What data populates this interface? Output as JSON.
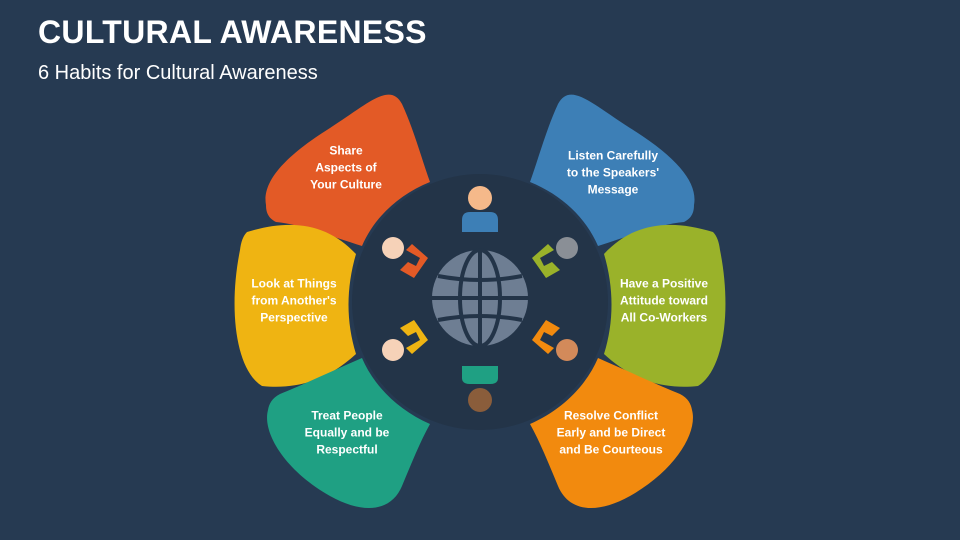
{
  "header": {
    "title": "CULTURAL AWARENESS",
    "subtitle": "6 Habits for Cultural Awareness"
  },
  "colors": {
    "background": "#263a52",
    "center_disc": "#233448",
    "globe": "#6e7e93"
  },
  "habits": [
    {
      "lines": [
        "Share",
        "Aspects of",
        "Your Culture"
      ],
      "color": "#e35a26"
    },
    {
      "lines": [
        "Listen Carefully",
        "to the Speakers'",
        "Message"
      ],
      "color": "#3d7fb6"
    },
    {
      "lines": [
        "Look at Things",
        "from Another's",
        "Perspective"
      ],
      "color": "#efb412"
    },
    {
      "lines": [
        "Have a Positive",
        "Attitude toward",
        "All Co-Workers"
      ],
      "color": "#9ab22a"
    },
    {
      "lines": [
        "Treat People",
        "Equally and be",
        "Respectful"
      ],
      "color": "#1fa083"
    },
    {
      "lines": [
        "Resolve Conflict",
        "Early and be Direct",
        "and Be Courteous"
      ],
      "color": "#f28a0e"
    }
  ],
  "center_icons": [
    "globe-icon",
    "people-around-table-icon"
  ]
}
